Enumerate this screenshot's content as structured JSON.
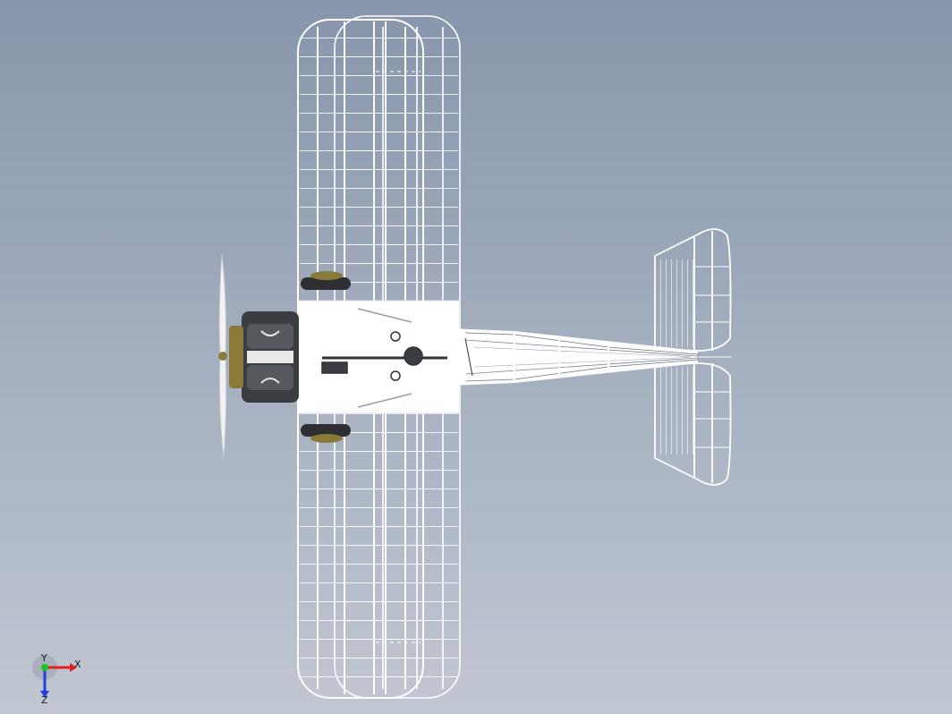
{
  "viewport": {
    "background_top": "#8796ab",
    "background_bottom": "#c1c7d2",
    "model_color": "#ffffff",
    "engine_color": "#3a3d42",
    "propeller_hub_color": "#8a7a3a"
  },
  "model": {
    "name_icon": "biplane-wireframe-top-view"
  },
  "triad": {
    "x_label": "X",
    "y_label": "Y",
    "z_label": "Z",
    "x_color": "#e02020",
    "y_color": "#20c020",
    "z_color": "#2040e0"
  }
}
